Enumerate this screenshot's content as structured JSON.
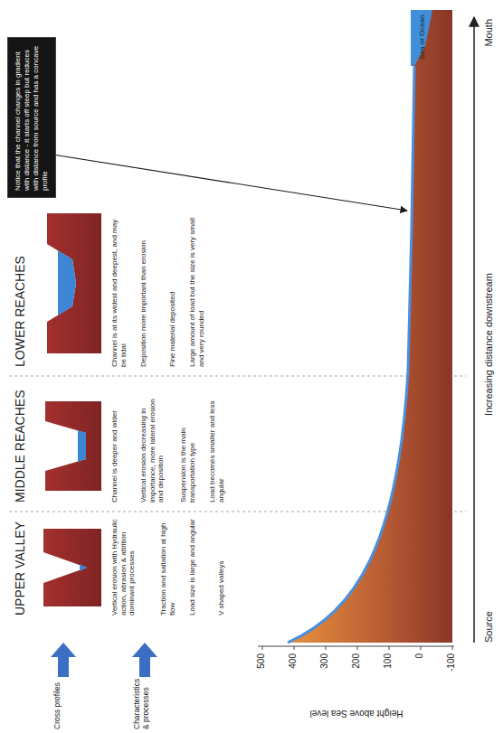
{
  "diagram": {
    "nodes": [
      {
        "text": [
          "Notice that the channel changes in gradient with distance - it starts off steep but reduces with distance from source and has a concave profile"
        ]
      }
    ],
    "labels": [
      "UPPER VALLEY",
      "MIDDLE REACHES",
      "LOWER REACHES",
      "Cross profiles",
      "Characteristics & processes",
      "Vertical erosion with Hydraulic action, abrasion & attrition dominant processes",
      "Traction and saltation at high flow",
      "Load size is large and angular",
      "V shaped valleys",
      "Channel is deeper and wider",
      "Vertical erosion decreasing in importance, more lateral erosion and deposition",
      "Suspension is the main transportation type",
      "Load becomes smaller and less angular",
      "Channel is at its widest and deepest, and may be tidal",
      "Deposition more important than erosion",
      "Fine material deposited",
      "Large amount of load but the size is very small and very rounded",
      "500",
      "400",
      "300",
      "200",
      "100",
      "0",
      "-100",
      "Height above Sea level",
      "Sea or Ocean",
      "Source",
      "Increasing distance downstream",
      "Mouth"
    ]
  }
}
